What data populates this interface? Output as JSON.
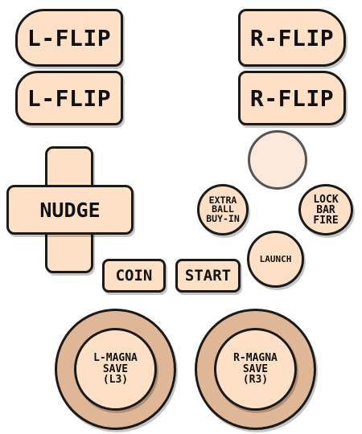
{
  "flippers": {
    "left_top": "L-FLIP",
    "left_bottom": "L-FLIP",
    "right_top": "R-FLIP",
    "right_bottom": "R-FLIP"
  },
  "dpad": {
    "label": "NUDGE"
  },
  "buttons": {
    "coin": "COIN",
    "start": "START",
    "extra_ball": [
      "EXTRA",
      "BALL",
      "BUY-IN"
    ],
    "lock_bar": [
      "LOCK",
      "BAR",
      "FIRE"
    ],
    "launch": "LAUNCH"
  },
  "sticks": {
    "left": [
      "L-MAGNA",
      "SAVE",
      "(L3)"
    ],
    "right": [
      "R-MAGNA",
      "SAVE",
      "(R3)"
    ]
  },
  "colors": {
    "button_fill": "#fde0c6",
    "stick_ring": "#dfb797",
    "outline": "#1a1a1a"
  }
}
